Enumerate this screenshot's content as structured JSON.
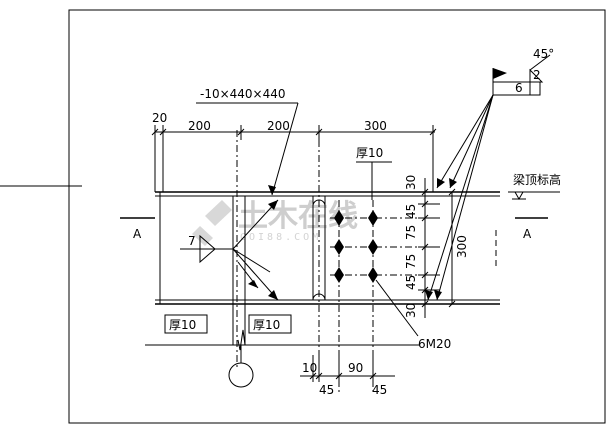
{
  "plate_label": "-10×440×440",
  "weld_angle": "45°",
  "weld_gap": "2",
  "weld_ref": "6",
  "weld_left": "7",
  "beam_top_label": "梁顶标高",
  "section_left": "A",
  "section_right": "A",
  "thickness_top": "厚10",
  "thickness_bottom_left": "厚10",
  "thickness_bottom_right": "厚10",
  "bolt_label": "6M20",
  "dims_top": {
    "d20": "20",
    "d200a": "200",
    "d200b": "200",
    "d300": "300"
  },
  "dims_right": {
    "d30a": "30",
    "d45a": "45",
    "d75a": "75",
    "d75b": "75",
    "d45b": "45",
    "d30b": "30",
    "d300v": "300"
  },
  "dims_bottom": {
    "d10": "10",
    "d90": "90",
    "d45a": "45",
    "d45b": "45"
  },
  "watermark": {
    "main": "土木在线",
    "sub": "COI88.COM"
  }
}
